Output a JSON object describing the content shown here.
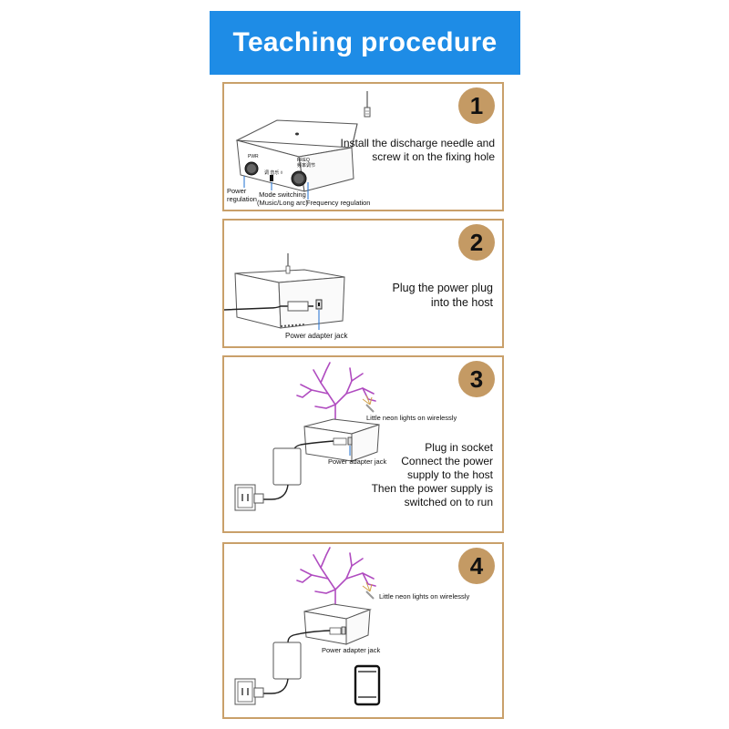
{
  "header": {
    "title": "Teaching procedure"
  },
  "steps": [
    {
      "number": "1",
      "instruction_lines": [
        "Install the discharge needle and",
        "screw it on the fixing hole"
      ],
      "labels": {
        "power_regulation_line1": "Power",
        "power_regulation_line2": "regulation",
        "mode_switching_line1": "Mode switching",
        "mode_switching_line2": "(Music/Long arc)",
        "frequency_regulation": "Frequency regulation",
        "pwr": "PWR",
        "freq_line1": "FREQ",
        "freq_line2": "频率调节",
        "mode_small": "调 音乐 ◊"
      }
    },
    {
      "number": "2",
      "instruction_lines": [
        "Plug the power plug",
        "into the host"
      ],
      "labels": {
        "power_adapter_jack": "Power adapter jack"
      }
    },
    {
      "number": "3",
      "instruction_lines": [
        "Plug in socket",
        "Connect the power",
        "supply to the host",
        "Then the power supply is",
        "switched on to run"
      ],
      "labels": {
        "neon": "Little neon lights on wirelessly",
        "power_adapter_jack": "Power adapter jack"
      }
    },
    {
      "number": "4",
      "labels": {
        "neon": "Little neon lights on wirelessly",
        "power_adapter_jack": "Power adapter jack"
      }
    }
  ],
  "colors": {
    "header_bg": "#1e8ce6",
    "card_border": "#c9a06a",
    "badge": "#c49a64",
    "arc": "#b04cc0"
  }
}
